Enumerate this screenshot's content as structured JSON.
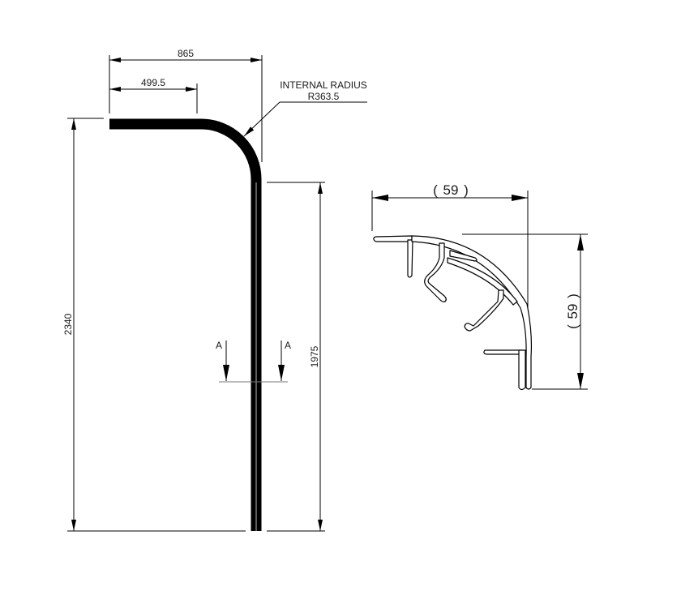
{
  "drawing": {
    "elevation": {
      "dimensions": {
        "overall_width": "865",
        "straight_top_length": "499.5",
        "overall_height": "2340",
        "straight_vertical_length": "1975"
      },
      "annotation": {
        "line1": "INTERNAL RADIUS",
        "line2": "R363.5"
      },
      "section_markers": {
        "left": "A",
        "right": "A"
      }
    },
    "profile_section": {
      "dimensions": {
        "width": "59",
        "height": "59",
        "paren_open": "(",
        "paren_close": ")"
      }
    },
    "colors": {
      "line": "#000000",
      "background": "#ffffff",
      "thin_line": "#222222"
    }
  }
}
